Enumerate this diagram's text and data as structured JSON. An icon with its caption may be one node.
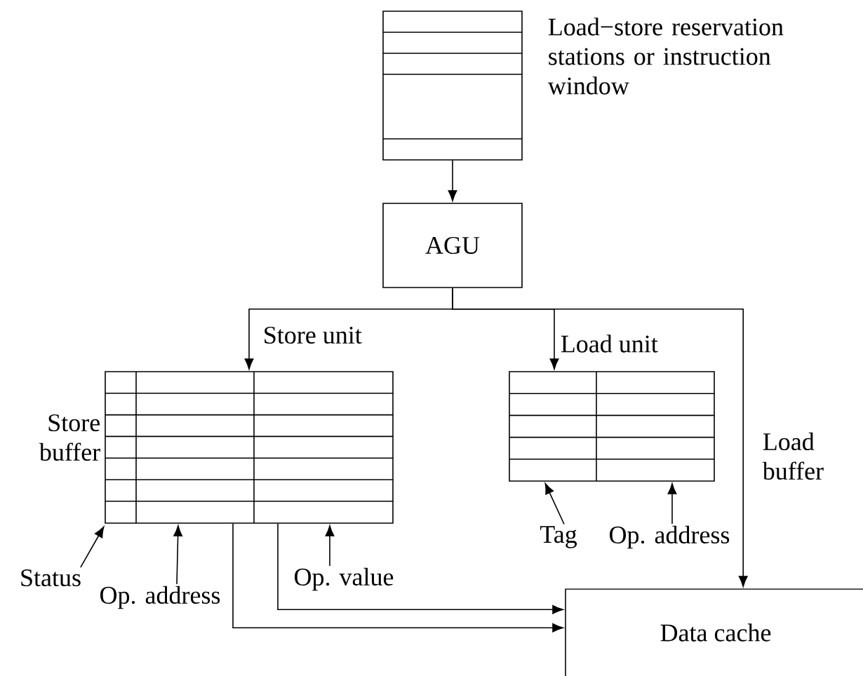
{
  "diagram": {
    "nodes": [
      {
        "text": [
          "Load−store reservation stations or instruction window"
        ]
      },
      {
        "text": [
          "AGU"
        ]
      },
      {
        "text": [
          "Store buffer"
        ]
      },
      {
        "text": [],
        "shape": "box"
      },
      {
        "text": [
          "Data cache"
        ]
      },
      {
        "text": [
          "Status"
        ]
      },
      {
        "text": [
          "Op. address"
        ]
      },
      {
        "text": [
          "Op. value"
        ]
      },
      {
        "text": [
          "Tag"
        ]
      },
      {
        "text": [
          "Op. address"
        ]
      }
    ],
    "edges": [
      {
        "from": 0,
        "to": 1,
        "arrow": "to"
      },
      {
        "from": 1,
        "to": 2,
        "arrow": "to",
        "label": "Store unit"
      },
      {
        "from": 1,
        "to": 3,
        "arrow": "to",
        "label": "Load unit"
      },
      {
        "from": 1,
        "to": 4,
        "arrow": "to"
      },
      {
        "from": 2,
        "to": 4,
        "arrow": "to"
      },
      {
        "from": 2,
        "to": 4,
        "arrow": "to"
      },
      {
        "from": 5,
        "to": 2,
        "arrow": "to"
      },
      {
        "from": 6,
        "to": 2,
        "arrow": "to"
      },
      {
        "from": 7,
        "to": 2,
        "arrow": "to"
      },
      {
        "from": 8,
        "to": 3,
        "arrow": "to"
      },
      {
        "from": 9,
        "to": 3,
        "arrow": "to"
      }
    ],
    "labels": [
      "Load buffer"
    ]
  }
}
